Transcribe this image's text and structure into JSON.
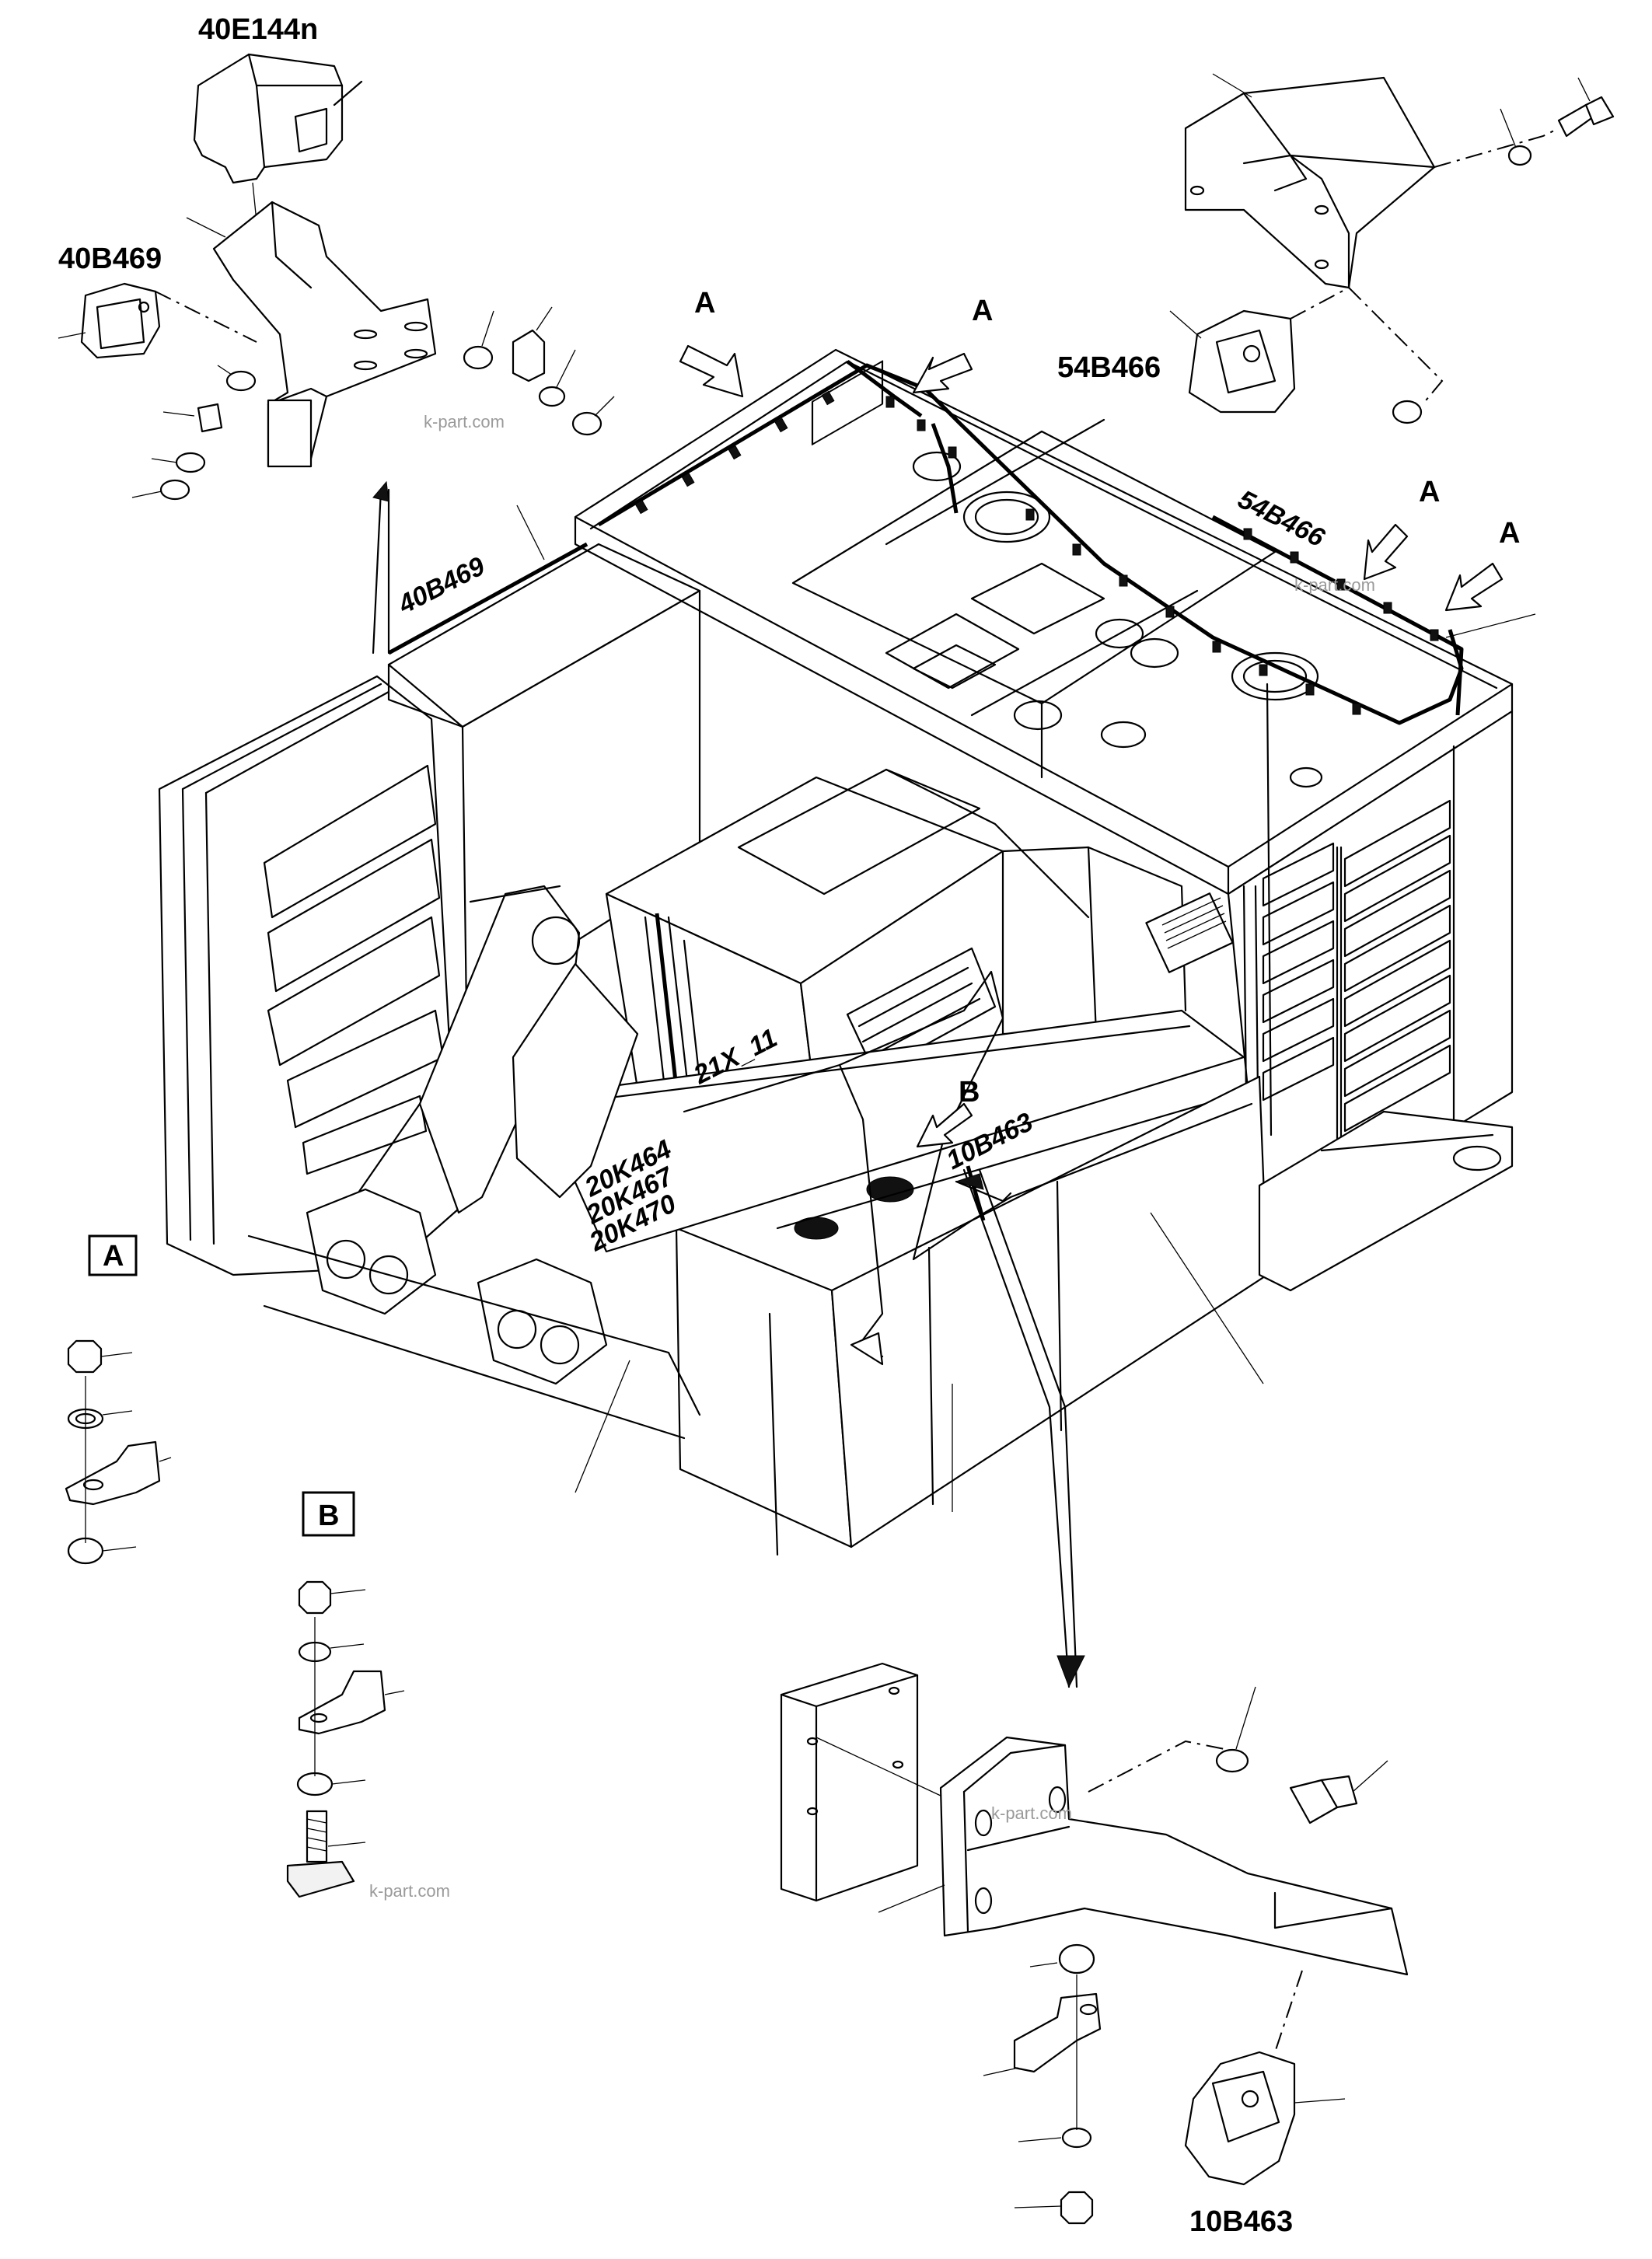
{
  "diagram": {
    "labels": {
      "part_40E144n": "40E144n",
      "part_40B469_top": "40B469",
      "part_40B469_frame": "40B469",
      "part_54B466_top": "54B466",
      "part_54B466_frame": "54B466",
      "part_21X_11": "21X_11",
      "part_20K464": "20K464",
      "part_20K467": "20K467",
      "part_20K470": "20K470",
      "part_10B463_frame": "10B463",
      "part_10B463_bottom": "10B463"
    },
    "view_markers": {
      "arrow_a": "A",
      "arrow_b": "B",
      "detail_a": "A",
      "detail_b": "B"
    },
    "watermark": "k-part.com"
  }
}
